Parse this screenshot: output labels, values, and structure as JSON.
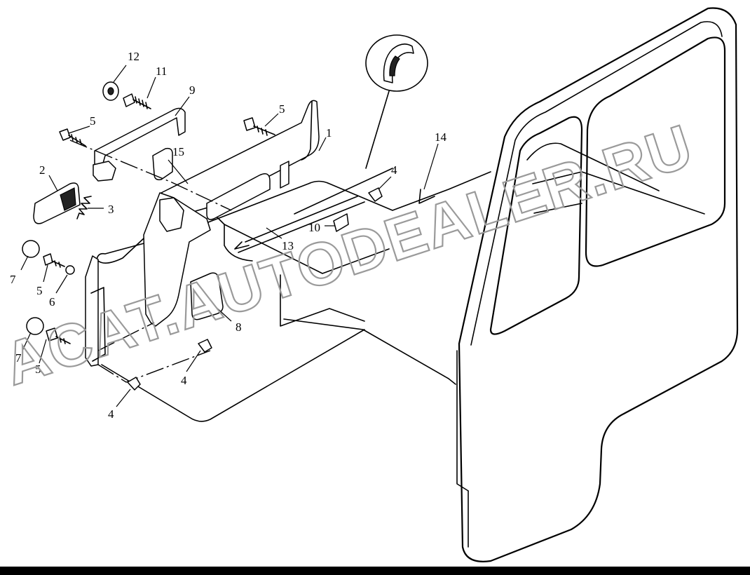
{
  "watermark": "ACAT.AUTODEALER.RU",
  "callouts": [
    {
      "id": "c12a",
      "text": "12"
    },
    {
      "id": "c11",
      "text": "11"
    },
    {
      "id": "c9",
      "text": "9"
    },
    {
      "id": "c5a",
      "text": "5"
    },
    {
      "id": "c5b",
      "text": "5"
    },
    {
      "id": "c1",
      "text": "1"
    },
    {
      "id": "c14",
      "text": "14"
    },
    {
      "id": "c15",
      "text": "15"
    },
    {
      "id": "c2",
      "text": "2"
    },
    {
      "id": "c4a",
      "text": "4"
    },
    {
      "id": "c3",
      "text": "3"
    },
    {
      "id": "c10",
      "text": "10"
    },
    {
      "id": "c13",
      "text": "13"
    },
    {
      "id": "c7a",
      "text": "7"
    },
    {
      "id": "c5c",
      "text": "5"
    },
    {
      "id": "c6",
      "text": "6"
    },
    {
      "id": "c8",
      "text": "8"
    },
    {
      "id": "c7b",
      "text": "7"
    },
    {
      "id": "c5d",
      "text": "5"
    },
    {
      "id": "c4b",
      "text": "4"
    },
    {
      "id": "c4c",
      "text": "4"
    }
  ]
}
